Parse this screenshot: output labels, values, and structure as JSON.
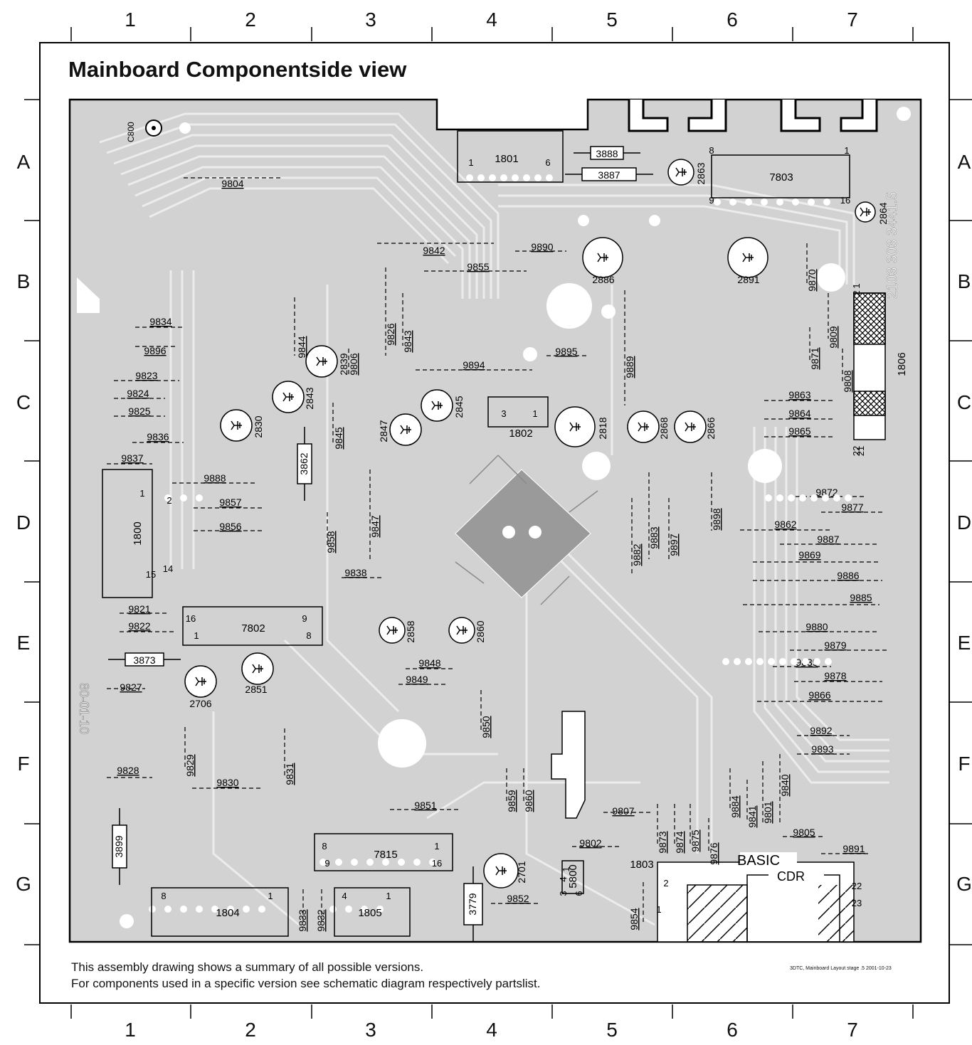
{
  "title": "Mainboard Componentside view",
  "notes": [
    "This assembly drawing shows a summary of all possible versions.",
    "For components used in a specific version see schematic diagram respectively partslist."
  ],
  "stamp": "3DTC, Mainboard Layout stage .5 2001-10-23",
  "grid_columns": [
    "1",
    "2",
    "3",
    "4",
    "5",
    "6",
    "7"
  ],
  "grid_rows": [
    "A",
    "B",
    "C",
    "D",
    "E",
    "F",
    "G"
  ],
  "board_marks": {
    "c800": "C800",
    "side_code": "80-01-10",
    "vertical_code": "2103 303 3441.5",
    "basic": "BASIC",
    "cdr": "CDR"
  },
  "components": {
    "ic": [
      {
        "id": "1801",
        "pins": [
          "1",
          "6"
        ]
      },
      {
        "id": "7803",
        "pins": [
          "8",
          "1",
          "9",
          "16"
        ]
      },
      {
        "id": "1802",
        "pins": [
          "3",
          "1"
        ]
      },
      {
        "id": "1800",
        "pins": [
          "1",
          "2",
          "15",
          "14"
        ]
      },
      {
        "id": "7802",
        "pins": [
          "16",
          "9",
          "1",
          "8"
        ]
      },
      {
        "id": "7815",
        "pins": [
          "8",
          "1",
          "9",
          "16"
        ]
      },
      {
        "id": "1804",
        "pins": [
          "8",
          "1"
        ]
      },
      {
        "id": "1805",
        "pins": [
          "4",
          "1"
        ]
      },
      {
        "id": "5800",
        "pins": [
          "3",
          "1",
          "4",
          "6"
        ]
      },
      {
        "id": "1806",
        "pins": [
          "2",
          "1",
          "22",
          "21"
        ]
      },
      {
        "id": "1803",
        "pins": [
          "2",
          "1",
          "22",
          "23"
        ]
      }
    ],
    "resistors": [
      "3888",
      "3887",
      "3862",
      "3873",
      "3899",
      "3779"
    ],
    "capacitors": [
      "2863",
      "2864",
      "2886",
      "2891",
      "2839",
      "2843",
      "2830",
      "2847",
      "2845",
      "2818",
      "2868",
      "2866",
      "2858",
      "2860",
      "2851",
      "2706",
      "2701"
    ],
    "jumpers": [
      "9804",
      "9842",
      "9890",
      "9855",
      "9826",
      "9843",
      "9834",
      "9896",
      "9844",
      "9806",
      "9895",
      "9889",
      "9870",
      "9809",
      "9871",
      "9808",
      "9823",
      "9824",
      "9825",
      "9836",
      "9837",
      "9845",
      "9894",
      "9863",
      "9864",
      "9865",
      "9888",
      "9857",
      "9856",
      "9858",
      "9847",
      "9882",
      "9883",
      "9897",
      "9898",
      "9872",
      "9877",
      "9862",
      "9887",
      "9869",
      "9886",
      "9885",
      "9838",
      "9821",
      "9822",
      "9880",
      "9879",
      "9839",
      "9878",
      "9866",
      "9848",
      "9849",
      "9827",
      "9850",
      "9829",
      "9831",
      "9892",
      "9893",
      "9828",
      "9830",
      "9859",
      "9860",
      "9884",
      "9841",
      "9801",
      "9840",
      "9873",
      "9874",
      "9875",
      "9876",
      "9807",
      "9851",
      "9805",
      "9891",
      "9802",
      "9833",
      "9832",
      "9852",
      "9854"
    ]
  }
}
